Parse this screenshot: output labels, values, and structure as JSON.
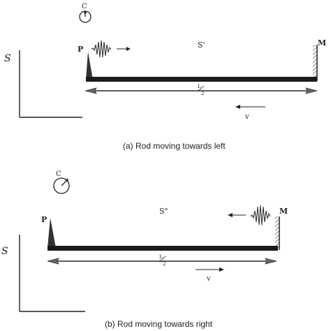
{
  "panel_a": {
    "frame_label": "S",
    "clock_label": "C",
    "left_end_label": "P",
    "right_end_label": "M",
    "moving_frame_label": "S'",
    "length_label": "L/2",
    "length_num": "L",
    "length_den": "2",
    "velocity_label": "v",
    "caption": "(a) Rod moving towards left"
  },
  "panel_b": {
    "frame_label": "S",
    "clock_label": "C",
    "left_end_label": "P",
    "right_end_label": "M",
    "moving_frame_label": "S\"",
    "length_label": "L/2",
    "length_num": "L",
    "length_den": "2",
    "velocity_label": "v",
    "caption": "(b) Rod moving towards right"
  }
}
